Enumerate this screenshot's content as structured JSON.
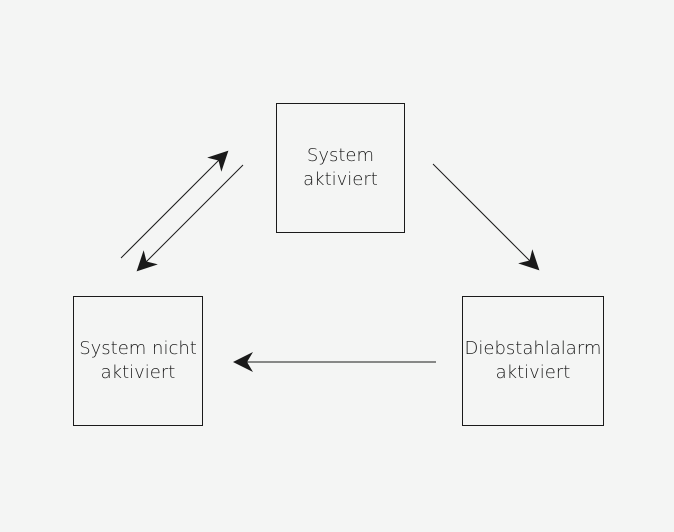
{
  "diagram": {
    "states": {
      "active": "System\naktiviert",
      "inactive": "System nicht\naktiviert",
      "alarm": "Diebstahlalarm\naktiviert"
    },
    "transitions": [
      {
        "from": "inactive",
        "to": "active"
      },
      {
        "from": "active",
        "to": "inactive"
      },
      {
        "from": "active",
        "to": "alarm"
      },
      {
        "from": "alarm",
        "to": "inactive"
      }
    ]
  },
  "colors": {
    "background": "#f4f5f4",
    "stroke": "#1a1a1a"
  }
}
